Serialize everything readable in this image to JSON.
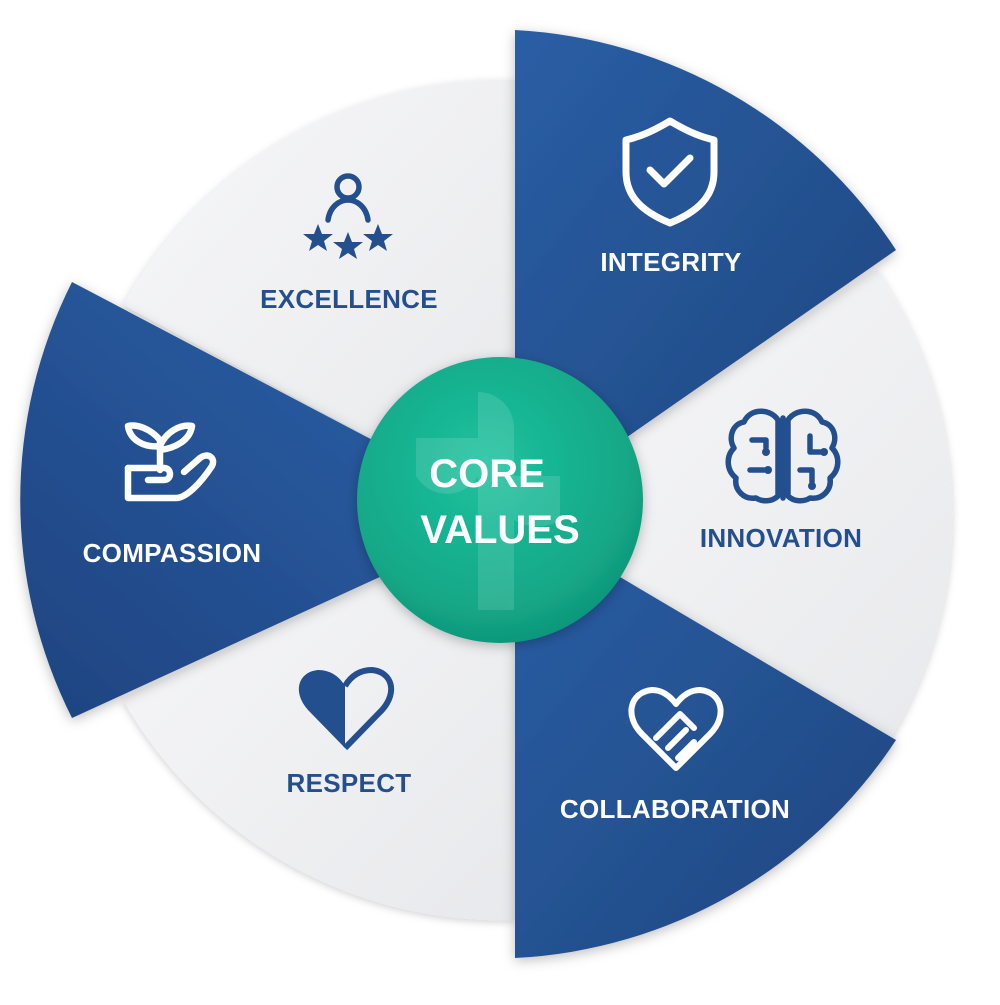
{
  "center": {
    "line1": "CORE",
    "line2": "VALUES"
  },
  "segments": [
    {
      "label": "INTEGRITY",
      "icon": "shield-check-icon",
      "theme": "dark"
    },
    {
      "label": "INNOVATION",
      "icon": "brain-circuit-icon",
      "theme": "light"
    },
    {
      "label": "COLLABORATION",
      "icon": "handshake-heart-icon",
      "theme": "dark"
    },
    {
      "label": "RESPECT",
      "icon": "half-heart-icon",
      "theme": "light"
    },
    {
      "label": "COMPASSION",
      "icon": "hand-plant-icon",
      "theme": "dark"
    },
    {
      "label": "EXCELLENCE",
      "icon": "person-stars-icon",
      "theme": "light"
    }
  ],
  "colors": {
    "dark_segment": "#234f91",
    "light_segment": "#f1f1f3",
    "light_text": "#244f8f",
    "center": "#16b08f"
  }
}
